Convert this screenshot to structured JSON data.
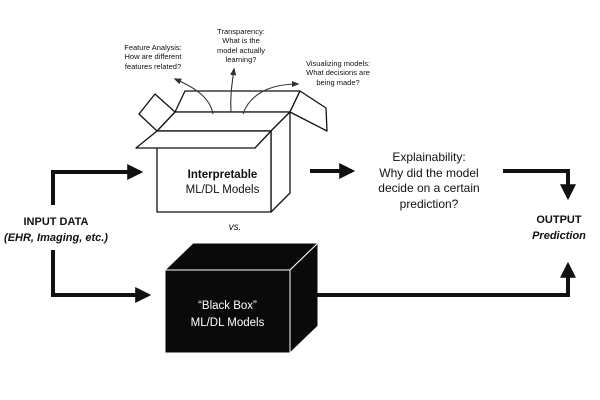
{
  "input": {
    "title": "INPUT DATA",
    "subtitle": "(EHR, Imaging, etc.)"
  },
  "output": {
    "title": "OUTPUT",
    "subtitle": "Prediction"
  },
  "interpretable": {
    "title": "Interpretable",
    "subtitle": "ML/DL Models"
  },
  "black_box": {
    "title": "“Black Box”",
    "subtitle": "ML/DL Models"
  },
  "versus": "vs.",
  "explainability": {
    "line1": "Explainability:",
    "line2": "Why did the model",
    "line3": "decide on a certain",
    "line4": "prediction?"
  },
  "questions": {
    "feature_analysis": [
      "Feature Analysis:",
      "How are different",
      "features related?"
    ],
    "transparency": [
      "Transparency:",
      "What is the",
      "model actually",
      "learning?"
    ],
    "visualizing": [
      "Visualizing models:",
      "What decisions are",
      "being made?"
    ]
  },
  "colors": {
    "box_fill_dark": "#0a0a0a",
    "outline": "#111111",
    "background": "#ffffff"
  }
}
